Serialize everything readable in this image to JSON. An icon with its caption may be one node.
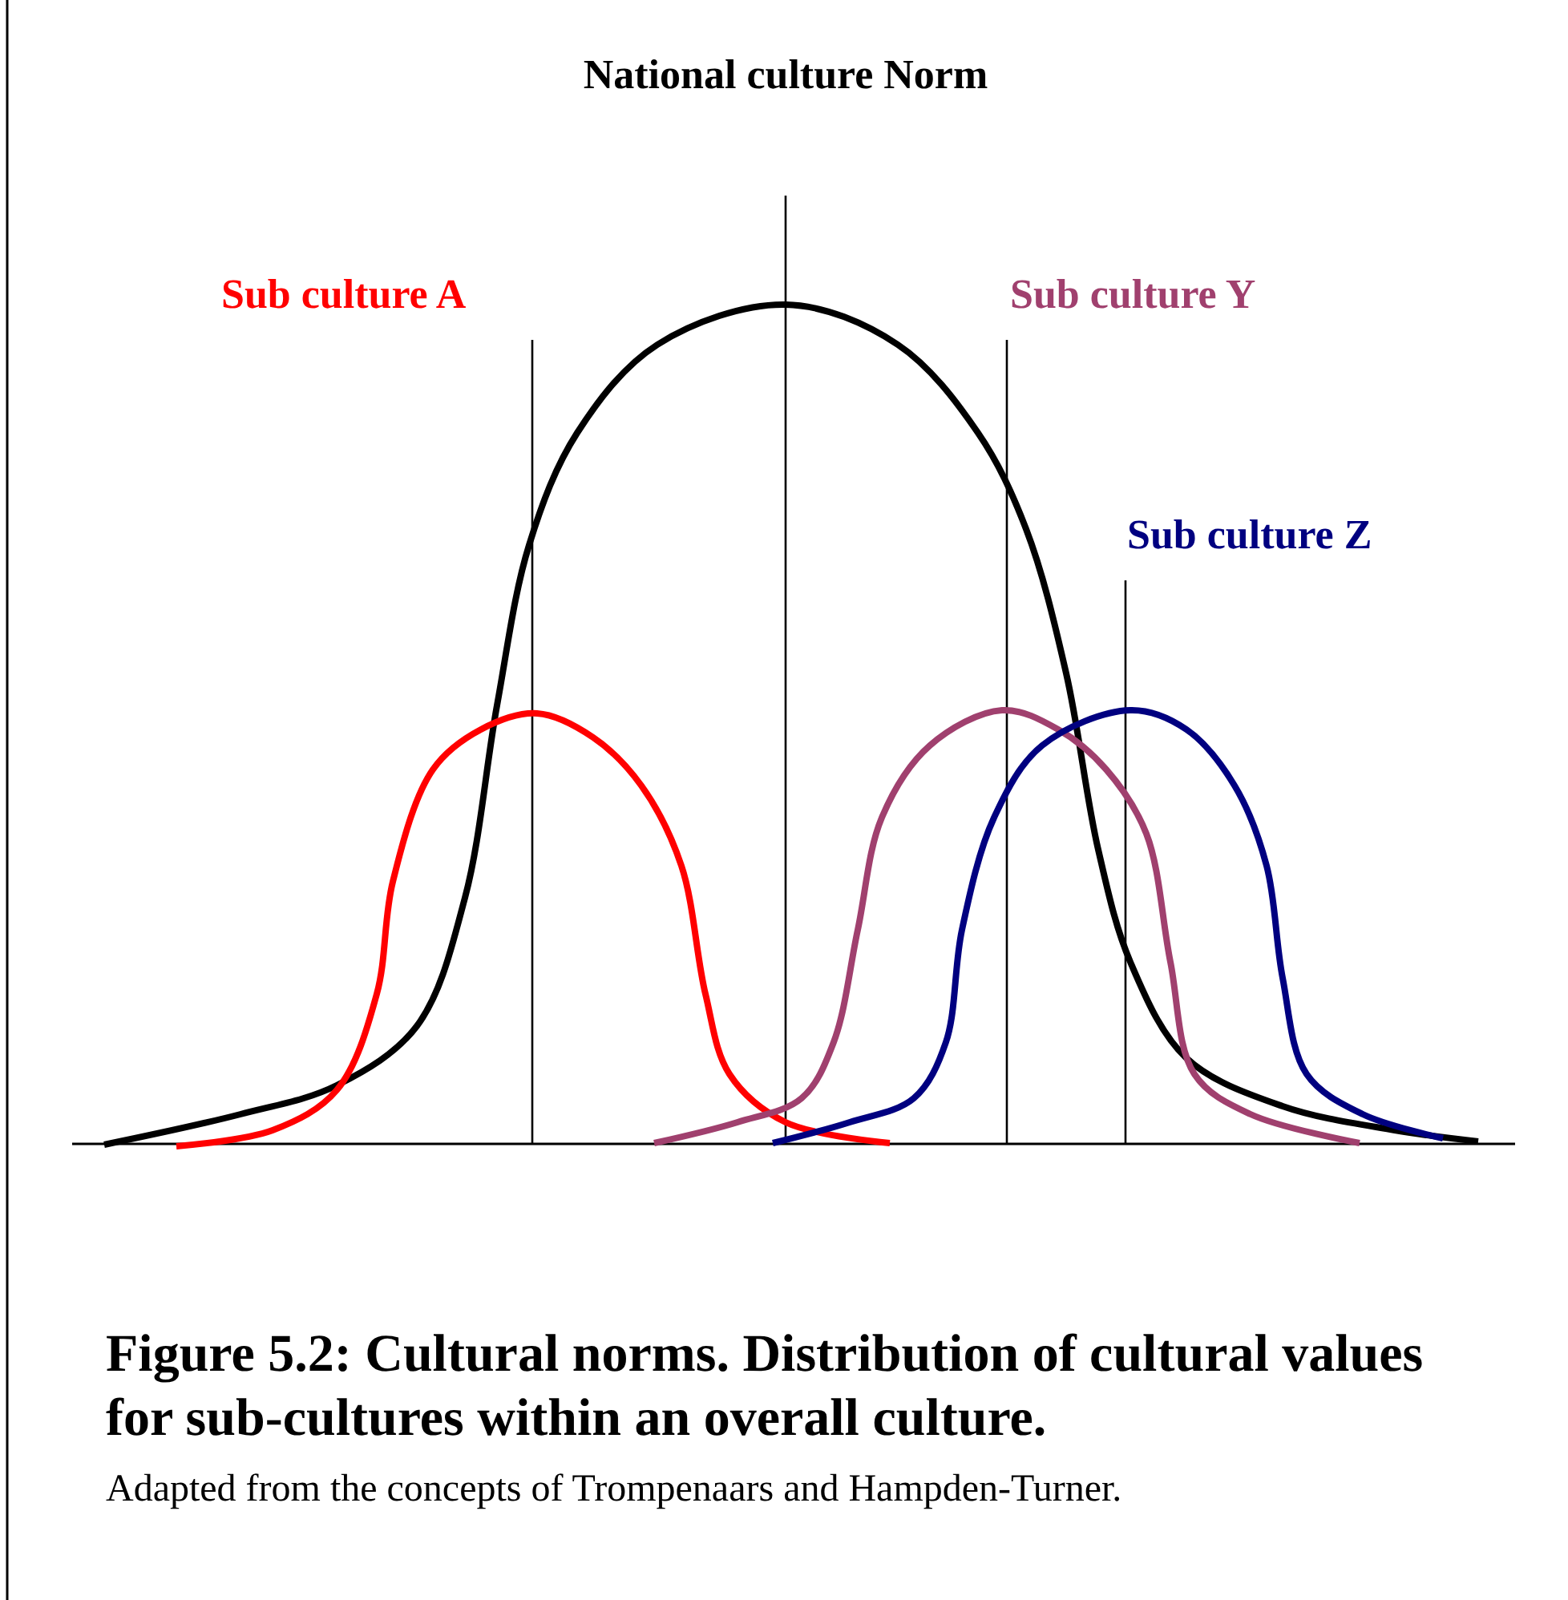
{
  "diagram": {
    "caption": "Figure 5.2: Cultural norms.  Distribution of cultural values for sub-cultures within an overall culture.",
    "labels": [
      "National culture Norm",
      "Sub culture A",
      "Sub culture Y",
      "Sub culture Z",
      "Adapted from the concepts of Trompenaars and Hampden-Turner."
    ]
  }
}
